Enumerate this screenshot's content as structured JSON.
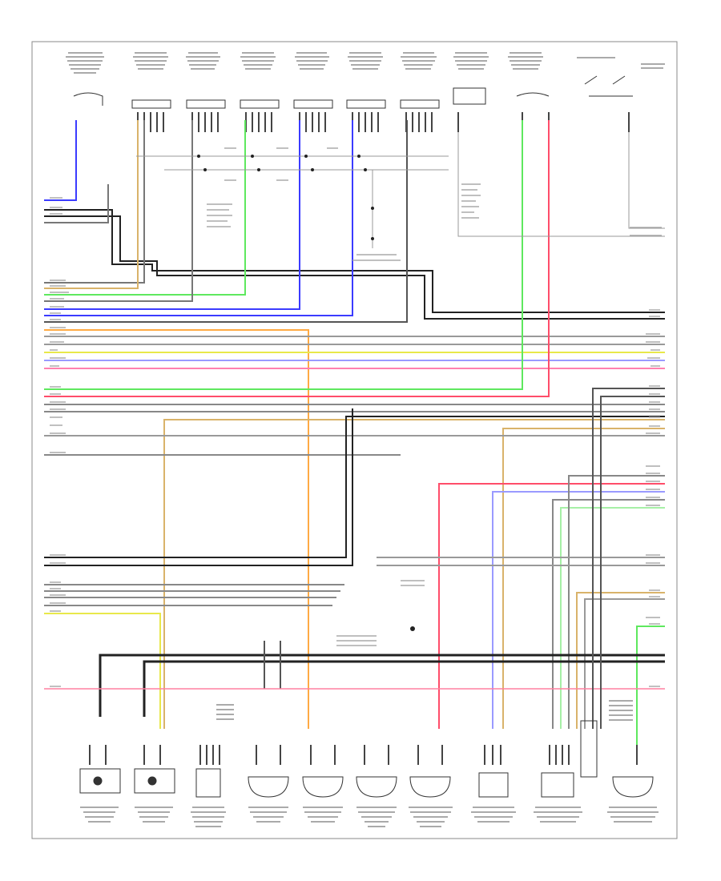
{
  "page": {
    "id": "",
    "title": ""
  },
  "colors": {
    "black": "#222222",
    "gray": "#9a9a9a",
    "blue": "#3b3bff",
    "green": "#5ee85e",
    "red": "#ff4d6a",
    "yellow": "#e8e84a",
    "tan": "#d9b36a",
    "orange": "#ffaa44",
    "lightgreen": "#a6f0a6",
    "pink": "#ffb0c0"
  },
  "components_top": [
    {
      "id": "t1",
      "label": ""
    },
    {
      "id": "t2",
      "label": ""
    },
    {
      "id": "t3",
      "label": ""
    },
    {
      "id": "t4",
      "label": ""
    },
    {
      "id": "t5",
      "label": ""
    },
    {
      "id": "t6",
      "label": ""
    },
    {
      "id": "t7",
      "label": ""
    },
    {
      "id": "t8",
      "label": ""
    },
    {
      "id": "t9",
      "label": ""
    },
    {
      "id": "t10",
      "label": ""
    }
  ],
  "components_bottom": [
    {
      "id": "b1",
      "label": ""
    },
    {
      "id": "b2",
      "label": ""
    },
    {
      "id": "b3",
      "label": ""
    },
    {
      "id": "b4",
      "label": ""
    },
    {
      "id": "b5",
      "label": ""
    },
    {
      "id": "b6",
      "label": ""
    },
    {
      "id": "b7",
      "label": ""
    },
    {
      "id": "b8",
      "label": ""
    },
    {
      "id": "b9",
      "label": ""
    },
    {
      "id": "b10",
      "label": ""
    },
    {
      "id": "b11",
      "label": ""
    },
    {
      "id": "b12",
      "label": ""
    }
  ],
  "center_labels": {
    "ground_top": "",
    "ground_bottom": "",
    "junction": ""
  }
}
